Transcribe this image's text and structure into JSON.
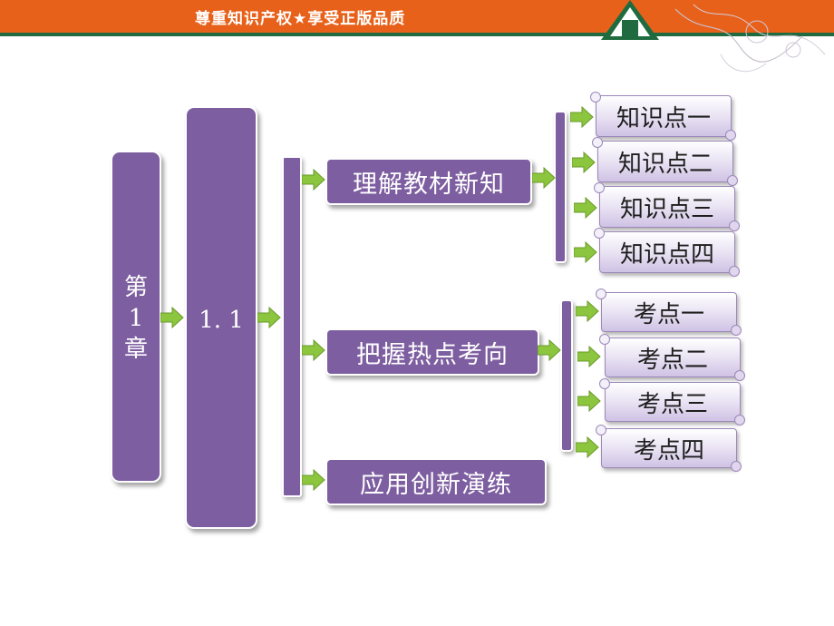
{
  "header": {
    "slogan": "尊重知识产权★享受正版品质"
  },
  "colors": {
    "accent_orange": "#e8611a",
    "band_green": "#1f6b3f",
    "box_purple": "#7d5ea0",
    "arrow_green": "#8cc63f"
  },
  "chapter": {
    "line1": "第",
    "line2": "1",
    "line3": "章"
  },
  "section": {
    "label": "1. 1"
  },
  "branches": [
    {
      "label": "理解教材新知",
      "items": [
        "知识点一",
        "知识点二",
        "知识点三",
        "知识点四"
      ]
    },
    {
      "label": "把握热点考向",
      "items": [
        "考点一",
        "考点二",
        "考点三",
        "考点四"
      ]
    },
    {
      "label": "应用创新演练"
    }
  ]
}
